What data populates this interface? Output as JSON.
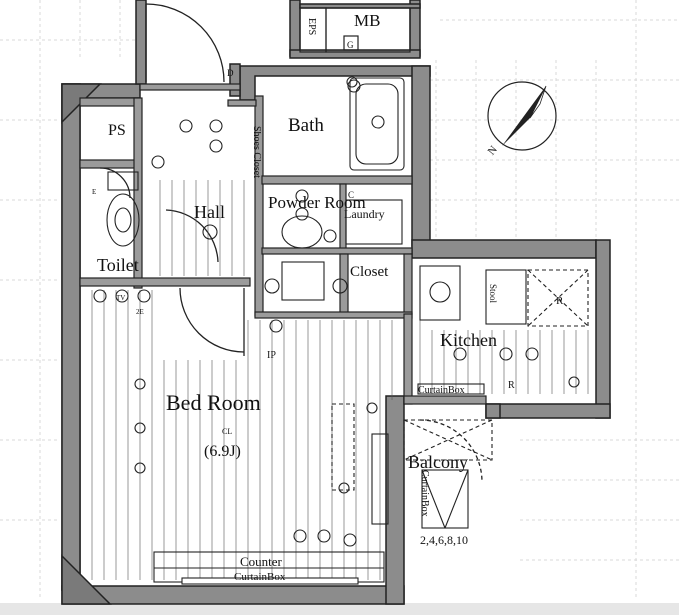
{
  "plan": {
    "rooms": {
      "eps": "EPS",
      "mb": "MB",
      "g": "G",
      "ps": "PS",
      "bath": "Bath",
      "shoes_closet": "Shoes Closet",
      "powder_room": "Powder Room",
      "laundry": "Laundry",
      "hall": "Hall",
      "toilet": "Toilet",
      "closet": "Closet",
      "kitchen": "Kitchen",
      "bed_room": "Bed Room",
      "bed_room_size": "(6.9J)",
      "balcony": "Balcony",
      "balcony_floors": "2,4,6,8,10"
    },
    "annotations": {
      "counter": "Counter",
      "curtainbox_bottom": "CurtainBox",
      "curtainbox_kitchen": "CurtainBox",
      "curtainbox_vertical": "CurtainBox",
      "d": "D",
      "c": "C",
      "r": "R",
      "ip": "IP",
      "cl": "CL",
      "tv": "TV",
      "twoE": "2E",
      "e": "E",
      "stool": "Stool",
      "r_lower": "R"
    },
    "compass": {
      "north_label": "N"
    },
    "colors": {
      "wall": "#8a8a8a",
      "line": "#222222",
      "grid": "#d7d7d7",
      "background": "#ffffff"
    }
  }
}
